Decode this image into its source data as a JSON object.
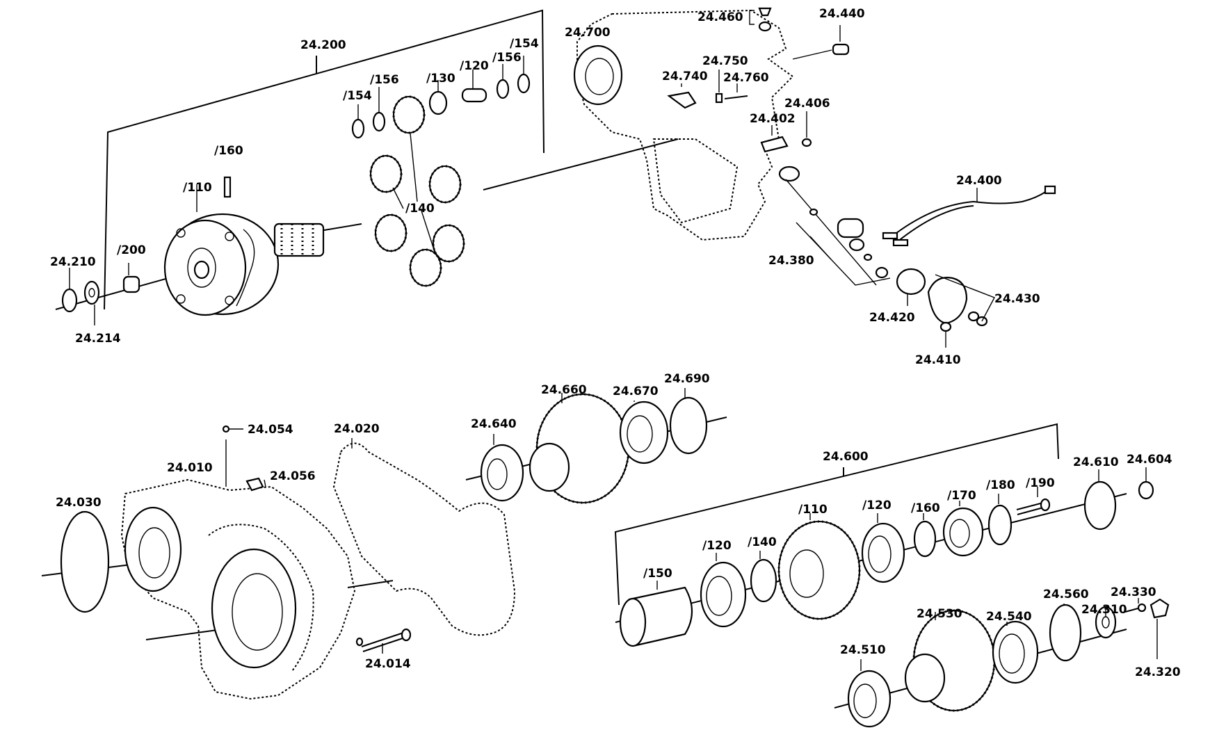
{
  "labels": {
    "l24200": "24.200",
    "l154a": "/154",
    "l156a": "/156",
    "l154b": "/154",
    "l156b": "/156",
    "l130": "/130",
    "l120": "/120",
    "l160": "/160",
    "l110": "/110",
    "l140": "/140",
    "l200": "/200",
    "l24210": "24.210",
    "l24214": "24.214",
    "l24700": "24.700",
    "l24460": "24.460",
    "l24440": "24.440",
    "l24750": "24.750",
    "l24740": "24.740",
    "l24760": "24.760",
    "l24406": "24.406",
    "l24402": "24.402",
    "l24400": "24.400",
    "l24380": "24.380",
    "l24430": "24.430",
    "l24420": "24.420",
    "l24410": "24.410",
    "l24660": "24.660",
    "l24670": "24.670",
    "l24690": "24.690",
    "l24640": "24.640",
    "l24054": "24.054",
    "l24020": "24.020",
    "l24010": "24.010",
    "l24056": "24.056",
    "l24030": "24.030",
    "l24014": "24.014",
    "l24600": "24.600",
    "l24610": "24.610",
    "l24604": "24.604",
    "l190": "/190",
    "l180": "/180",
    "l170": "/170",
    "l160b": "/160",
    "l120b": "/120",
    "l110b": "/110",
    "l140b": "/140",
    "l120c": "/120",
    "l150": "/150",
    "l24560": "24.560",
    "l24330": "24.330",
    "l24310": "24.310",
    "l24530": "24.530",
    "l24540": "24.540",
    "l24510": "24.510",
    "l24320": "24.320"
  }
}
